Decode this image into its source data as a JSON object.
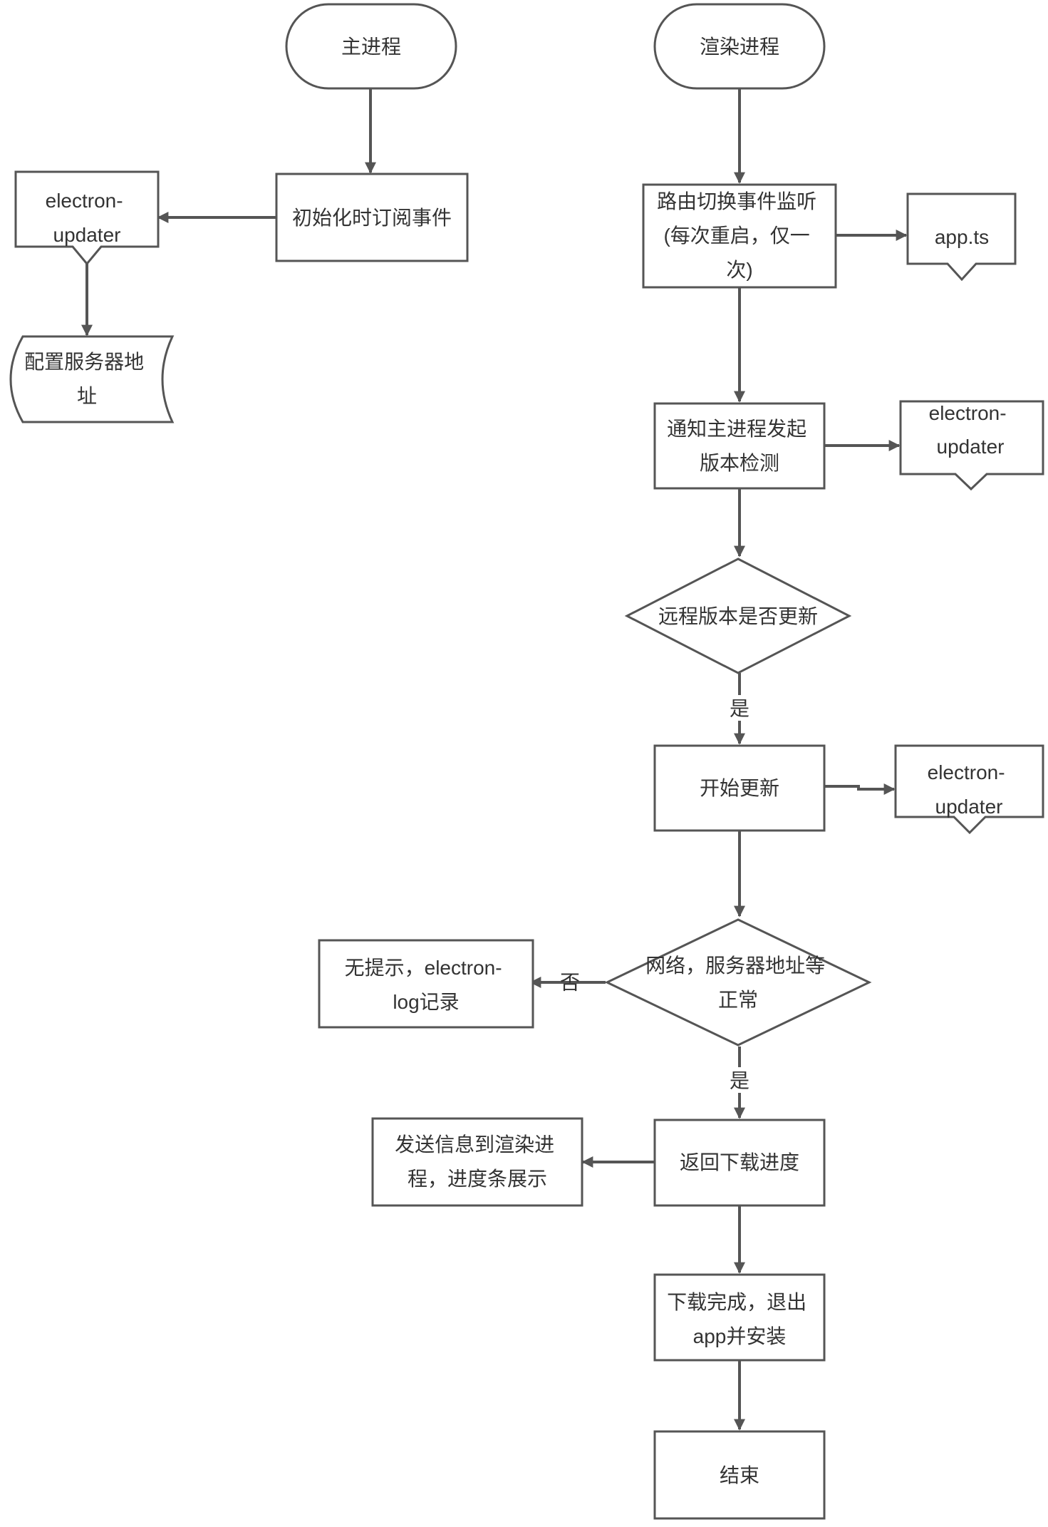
{
  "diagram": {
    "nodes": {
      "main_process": {
        "lines": [
          "主进程"
        ]
      },
      "render_process": {
        "lines": [
          "渲染进程"
        ]
      },
      "init_subscribe": {
        "lines": [
          "初始化时订阅事件"
        ]
      },
      "electron_updater_left": {
        "lines": [
          "electron-",
          "updater"
        ]
      },
      "config_server": {
        "lines": [
          "配置服务器地",
          "址"
        ]
      },
      "route_listen": {
        "lines": [
          "路由切换事件监听",
          "(每次重启，仅一",
          "次)"
        ]
      },
      "app_ts": {
        "lines": [
          "app.ts"
        ]
      },
      "notify_check": {
        "lines": [
          "通知主进程发起",
          "版本检测"
        ]
      },
      "electron_updater_r1": {
        "lines": [
          "electron-",
          "updater"
        ]
      },
      "remote_newer": {
        "lines": [
          "远程版本是否更新"
        ]
      },
      "start_update": {
        "lines": [
          "开始更新"
        ]
      },
      "electron_updater_r2": {
        "lines": [
          "electron-",
          "updater"
        ]
      },
      "network_ok": {
        "lines": [
          "网络，服务器地址等",
          "正常"
        ]
      },
      "no_prompt": {
        "lines": [
          "无提示，electron-",
          "log记录"
        ]
      },
      "return_progress": {
        "lines": [
          "返回下载进度"
        ]
      },
      "send_info": {
        "lines": [
          "发送信息到渲染进",
          "程，进度条展示"
        ]
      },
      "download_done": {
        "lines": [
          "下载完成，退出",
          "app并安装"
        ]
      },
      "end": {
        "lines": [
          "结束"
        ]
      }
    },
    "edge_labels": {
      "yes_1": "是",
      "no": "否",
      "yes_2": "是"
    }
  }
}
